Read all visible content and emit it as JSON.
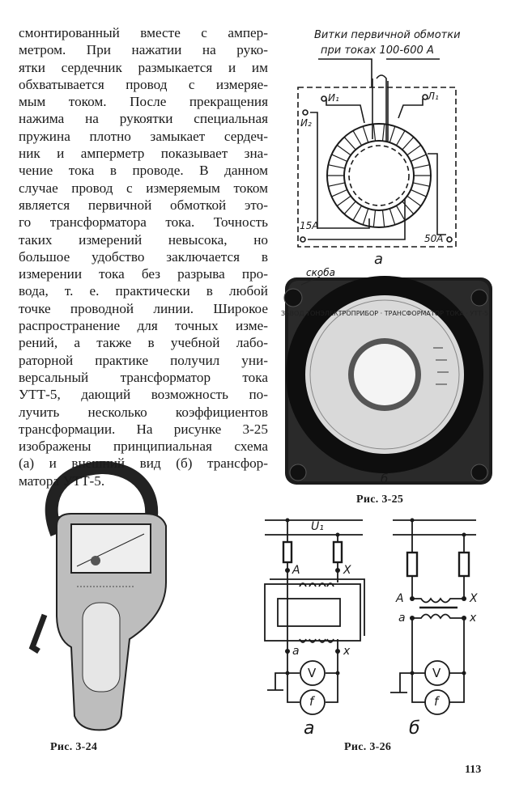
{
  "body_text": [
    "смонтированный вместе с ампер-",
    "метром. При нажатии на руко-",
    "ятки сердечник размыкается и им",
    "обхватывается провод с измеряе-",
    "мым током. После прекращения",
    "нажима на рукоятки специальная",
    "пружина плотно замыкает сердеч-",
    "ник и амперметр показывает зна-",
    "чение тока в проводе. В данном",
    "случае провод с измеряемым током",
    "является первичной обмоткой это-",
    "го трансформатора тока. Точность",
    "таких измерений невысока, но",
    "большое удобство заключается в",
    "измерении тока без разрыва про-",
    "вода, т. е. практически в любой",
    "точке проводной линии. Широкое",
    "распространение для точных изме-",
    "рений, а также в учебной лабо-",
    "раторной практике получил уни-",
    "версальный трансформатор тока",
    "УТТ-5, дающий возможность по-",
    "лучить несколько коэффициентов",
    "трансформации. На рисунке 3-25",
    "изображены принципиальная схема",
    "(а) и внешний вид (б) трансфор-",
    "матора УТТ-5."
  ],
  "fig_3_25": {
    "title_line1": "Витки первичной обмотки",
    "title_line2": "при токах 100-600 А",
    "terminal_i1": "И₁",
    "terminal_i2": "И₂",
    "terminal_l1": "Л₁",
    "terminal_15a": "15А",
    "terminal_50a": "50А",
    "sub_a": "а",
    "bracket_label": "скоба",
    "sub_b": "б",
    "caption": "Рис. 3-25",
    "device_text": "ЗАВОД ТОНЭЛЕКТРОПРИБОР · ТРАНСФОРМАТОР ТОКА · УТТ-5"
  },
  "fig_3_24": {
    "caption": "Рис. 3-24"
  },
  "fig_3_26": {
    "u1": "U₁",
    "A": "A",
    "X": "X",
    "a": "a",
    "x": "x",
    "V": "V",
    "f": "f",
    "sub_a": "a",
    "sub_b": "б",
    "caption": "Рис. 3-26"
  },
  "page_number": "113"
}
